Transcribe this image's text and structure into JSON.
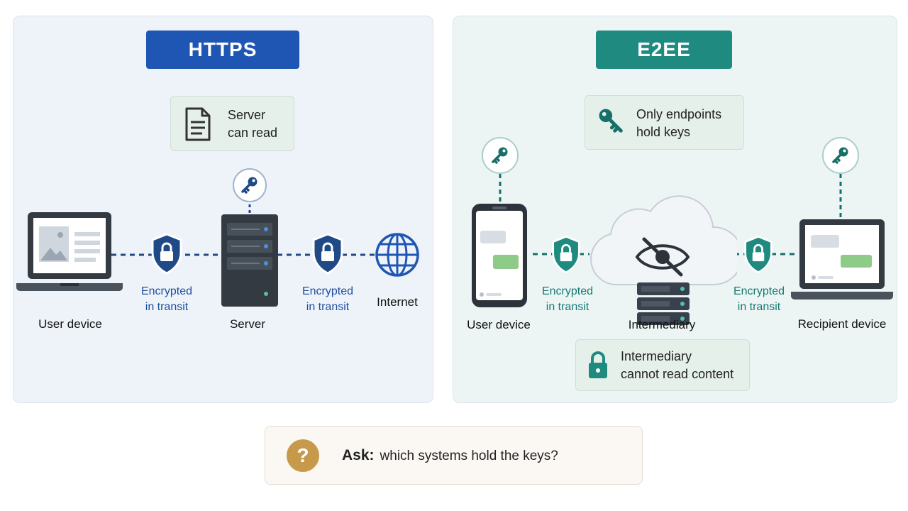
{
  "https": {
    "title": "HTTPS",
    "note": "Server\ncan read",
    "labels": {
      "user_device": "User device",
      "server": "Server",
      "internet": "Internet",
      "transit_left": "Encrypted\nin transit",
      "transit_right": "Encrypted\nin transit"
    }
  },
  "e2ee": {
    "title": "E2EE",
    "top_note": "Only endpoints\nhold keys",
    "bottom_note": "Intermediary\ncannot read content",
    "labels": {
      "user_device": "User device",
      "intermediary": "Intermediary",
      "recipient_device": "Recipient device",
      "transit_left": "Encrypted\nin transit",
      "transit_right": "Encrypted\nin transit"
    }
  },
  "footer": {
    "prefix": "Ask:",
    "question": "which systems hold the keys?",
    "icon": "?"
  },
  "colors": {
    "https_accent": "#1f56b3",
    "https_dark": "#1f4a86",
    "e2ee_accent": "#1e8a80",
    "e2ee_dark": "#176f69",
    "ask_icon": "#c79a4b"
  },
  "icons": [
    "document-icon",
    "key-icon",
    "shield-lock-icon",
    "globe-icon",
    "laptop-icon",
    "server-icon",
    "phone-icon",
    "cloud-icon",
    "eye-slash-icon",
    "lock-icon",
    "question-icon"
  ]
}
